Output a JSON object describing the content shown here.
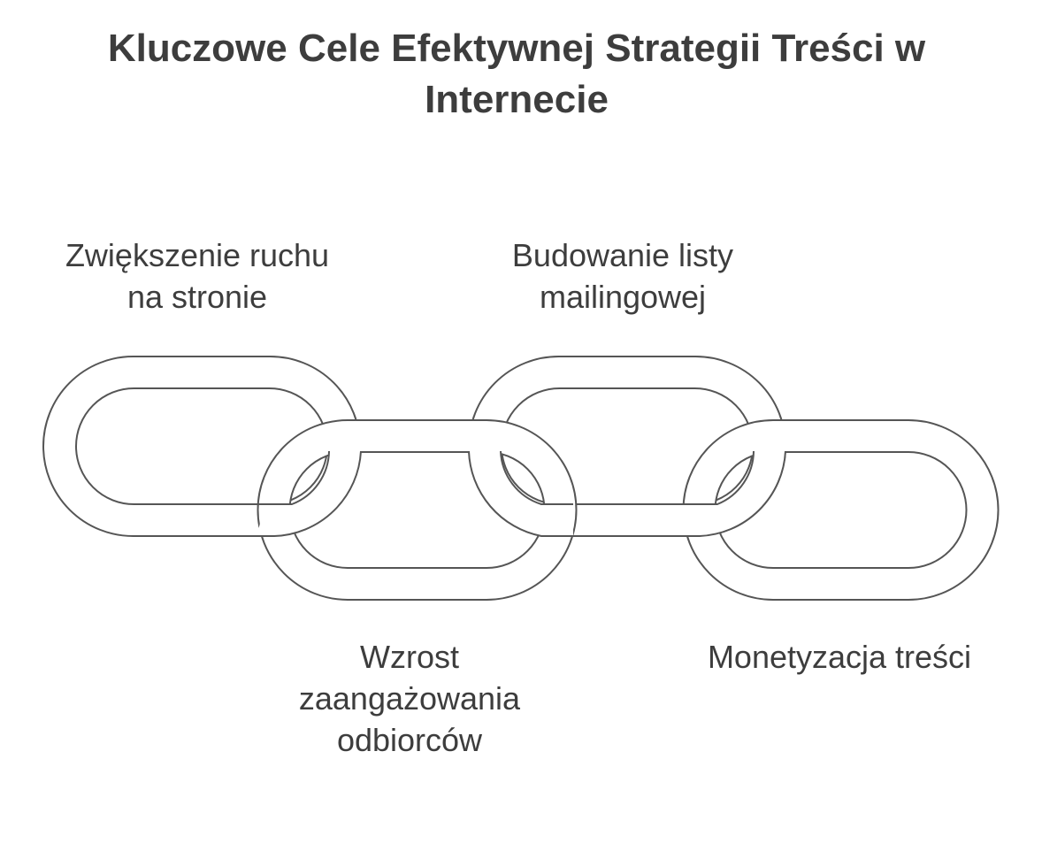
{
  "diagram": {
    "title": "Kluczowe Cele Efektywnej Strategii Treści w Internecie",
    "stroke_color": "#555555",
    "background_color": "#ffffff",
    "text_color": "#3d3d3d",
    "links": [
      {
        "label": "Zwiększenie ruchu\nna stronie",
        "position": "top"
      },
      {
        "label": "Budowanie listy\nmailingowej",
        "position": "top"
      },
      {
        "label": "Wzrost\nzaangażowania\nodbiorców",
        "position": "bottom"
      },
      {
        "label": "Monetyzacja treści",
        "position": "bottom"
      }
    ]
  }
}
